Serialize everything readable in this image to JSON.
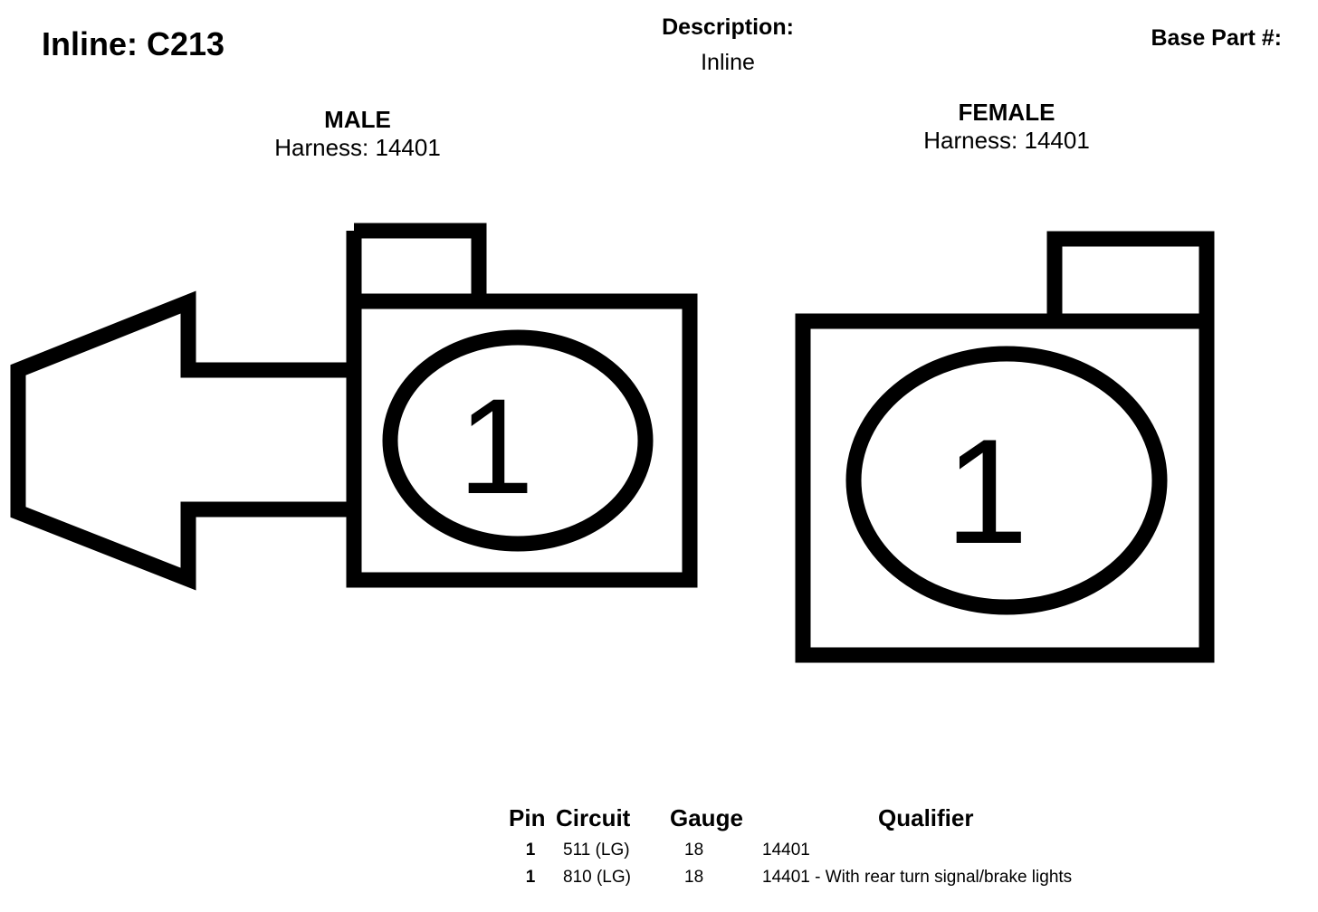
{
  "header": {
    "title": "Inline: C213",
    "description_label": "Description:",
    "description_value": "Inline",
    "base_part_label": "Base Part #:"
  },
  "male": {
    "kind": "MALE",
    "harness": "Harness: 14401",
    "pin_label": "1"
  },
  "female": {
    "kind": "FEMALE",
    "harness": "Harness: 14401",
    "pin_label": "1"
  },
  "table": {
    "headers": {
      "pin": "Pin",
      "circuit": "Circuit",
      "gauge": "Gauge",
      "qualifier": "Qualifier"
    },
    "rows": [
      {
        "pin": "1",
        "circuit": "511 (LG)",
        "gauge": "18",
        "qualifier": "14401"
      },
      {
        "pin": "1",
        "circuit": "810 (LG)",
        "gauge": "18",
        "qualifier": "14401 - With rear turn signal/brake lights"
      }
    ]
  }
}
